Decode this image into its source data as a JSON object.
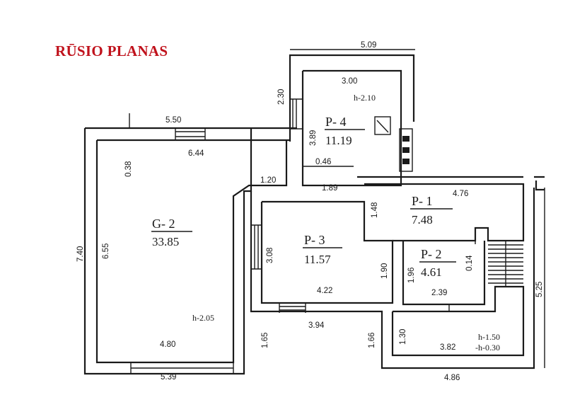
{
  "title": "RŪSIO PLANAS",
  "colors": {
    "title": "#c0121c",
    "lines": "#1a1a1a"
  },
  "rooms": {
    "g2": {
      "code": "G- 2",
      "area": "33.85"
    },
    "p4": {
      "code": "P- 4",
      "area": "11.19"
    },
    "p3": {
      "code": "P- 3",
      "area": "11.57"
    },
    "p1": {
      "code": "P- 1",
      "area": "7.48"
    },
    "p2": {
      "code": "P- 2",
      "area": "4.61"
    }
  },
  "heights": {
    "p4": "h-2.10",
    "g2": "h-2.05",
    "bottom_right_1": "h-1.50",
    "bottom_right_2": "-h-0.30"
  },
  "dimensions": {
    "d509": "5.09",
    "d300": "3.00",
    "d230": "2.30",
    "d550": "5.50",
    "d389": "3.89",
    "d644": "6.44",
    "d038": "0.38",
    "d046": "0.46",
    "d120": "1.20",
    "d189": "1.89",
    "d476": "4.76",
    "d148": "1.48",
    "d740": "7.40",
    "d655": "6.55",
    "d308": "3.08",
    "d190": "1.90",
    "d196": "1.96",
    "d014": "0.14",
    "d422": "4.22",
    "d239": "2.39",
    "d525": "5.25",
    "d394": "3.94",
    "d165": "1.65",
    "d166": "1.66",
    "d130": "1.30",
    "d382": "3.82",
    "d480": "4.80",
    "d539": "5.39",
    "d486": "4.86"
  }
}
